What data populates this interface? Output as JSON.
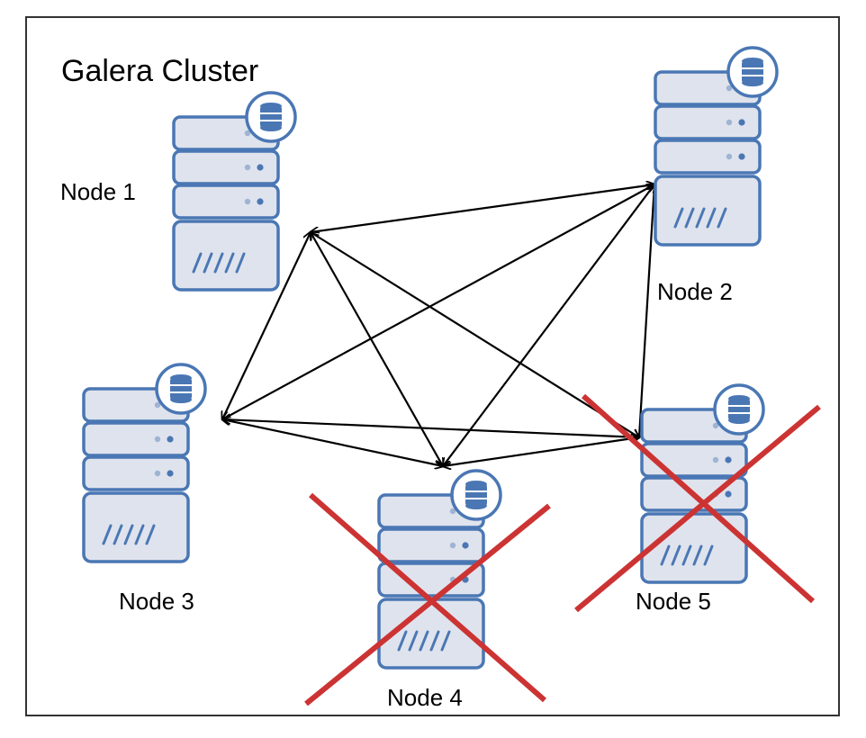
{
  "title": "Galera Cluster",
  "nodes": [
    {
      "id": "node1",
      "label": "Node 1",
      "failed": false
    },
    {
      "id": "node2",
      "label": "Node 2",
      "failed": false
    },
    {
      "id": "node3",
      "label": "Node 3",
      "failed": false
    },
    {
      "id": "node4",
      "label": "Node 4",
      "failed": true
    },
    {
      "id": "node5",
      "label": "Node 5",
      "failed": true
    }
  ],
  "links": [
    [
      "node1",
      "node2"
    ],
    [
      "node1",
      "node3"
    ],
    [
      "node1",
      "node4"
    ],
    [
      "node1",
      "node5"
    ],
    [
      "node2",
      "node3"
    ],
    [
      "node2",
      "node4"
    ],
    [
      "node2",
      "node5"
    ],
    [
      "node3",
      "node4"
    ],
    [
      "node3",
      "node5"
    ],
    [
      "node4",
      "node5"
    ]
  ],
  "colors": {
    "server_fill": "#dfe3ed",
    "server_stroke": "#4a77b4",
    "badge_fill": "#ffffff",
    "cross": "#cc3333",
    "arrow": "#000000",
    "frame": "#333333"
  },
  "icons": {
    "server": "server-icon",
    "database": "database-icon",
    "failure": "failure-cross-icon"
  }
}
